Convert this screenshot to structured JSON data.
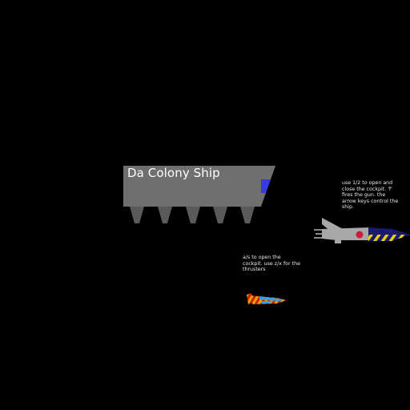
{
  "scene": {
    "colony_ship": {
      "title": "Da Colony Ship",
      "hull_color": "#6f6f6f",
      "window_color": "#3a3ae0",
      "thruster_color": "#5a5a5a"
    },
    "fighter": {
      "instructions": "use 1/2 to open and close the cockpit. 'f' fires the gun. the arrow keys control the ship.",
      "body_color": "#a8a8a8",
      "cockpit_color": "#c81e3c",
      "nose_stripe_colors": [
        "#1a1a6e",
        "#e8d000"
      ]
    },
    "small_ship": {
      "instructions": "a/s to open the cockpit. use z/x for the thrusters",
      "stripe_colors": [
        "#e8a000",
        "#d02000"
      ],
      "fin_color": "#3aa0e0"
    }
  }
}
